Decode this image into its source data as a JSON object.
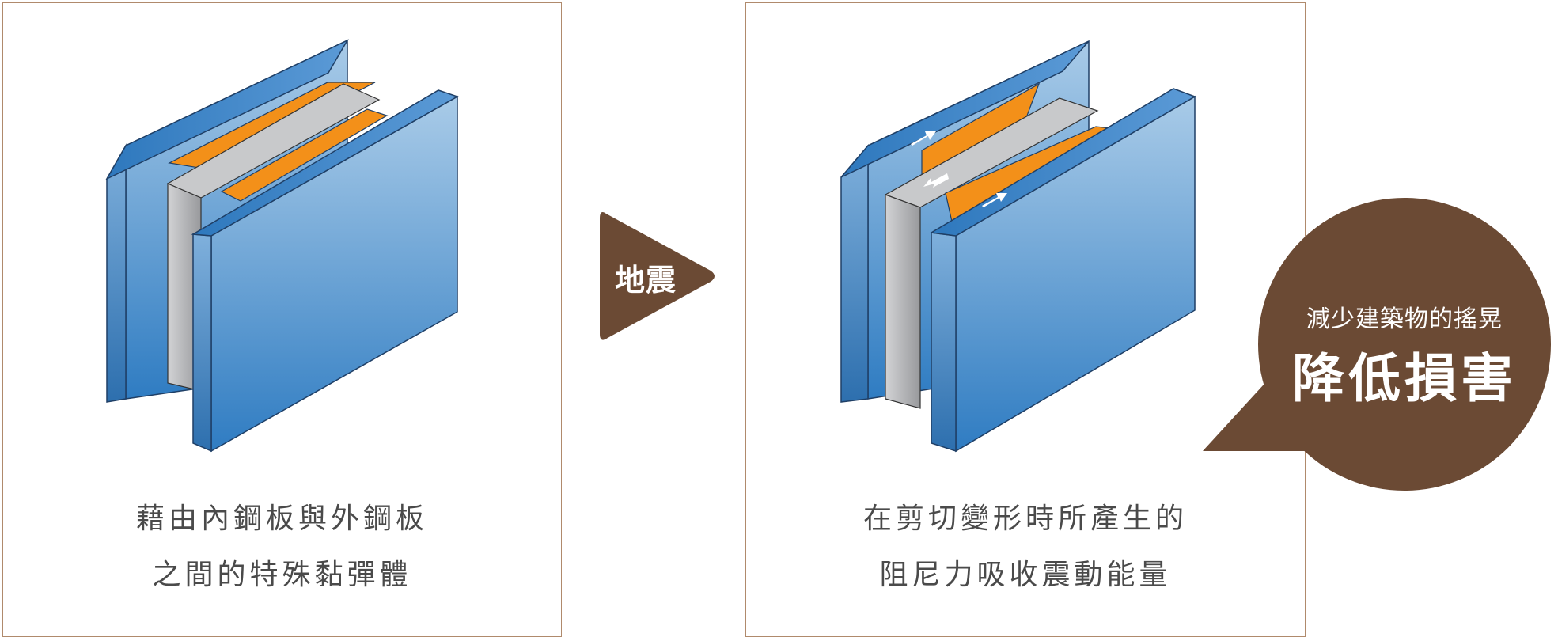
{
  "left_panel": {
    "caption_line1": "藉由內鋼板與外鋼板",
    "caption_line2": "之間的特殊黏彈體"
  },
  "transition": {
    "label": "地震"
  },
  "right_panel": {
    "caption_line1": "在剪切變形時所產生的",
    "caption_line2": "阻尼力吸收震動能量"
  },
  "callout": {
    "subtitle": "減少建築物的搖晃",
    "title": "降低損害"
  },
  "colors": {
    "panel_border": "#b08a6c",
    "steel_plate_light": "#a9cbe8",
    "steel_plate_dark": "#2f7cc2",
    "inner_plate_gray": "#b0b2b5",
    "viscoelastic_orange": "#f39019",
    "accent_brown": "#6b4a34",
    "caption_text": "#4a4a4a"
  }
}
